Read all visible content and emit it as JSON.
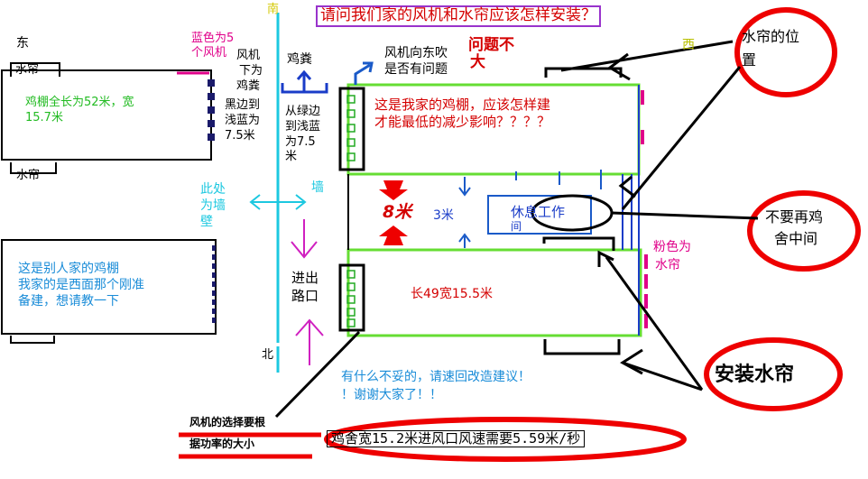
{
  "question_title": "请问我们家的风机和水帘应该怎样安装？",
  "compass": {
    "south": "南",
    "north": "北",
    "east": "东",
    "west": "西"
  },
  "left_panel": {
    "water_curtain_top": "水帘",
    "water_curtain_bottom": "水帘",
    "house_dimensions": [
      "鸡棚全长为52米，宽",
      "15.7米"
    ],
    "blue_note": [
      "蓝色为5",
      "个风机"
    ],
    "fan_below_note": [
      "风机",
      "下为",
      "鸡粪"
    ],
    "black_edge_note": [
      "黑边到",
      "浅蓝为",
      "7.5米"
    ],
    "neighbor_house_note": [
      "这是别人家的鸡棚",
      "我家的是西面那个刚准",
      "备建，想请教一下"
    ]
  },
  "middle": {
    "manure_label": "鸡粪",
    "green_edge_note": [
      "从绿边",
      "到浅蓝",
      "为7.5",
      "米"
    ],
    "wall_note": [
      "此处",
      "为墙",
      "壁"
    ],
    "wall_label": "墙",
    "entrance_label": [
      "进出",
      "路口"
    ]
  },
  "main_house": {
    "fan_east_question": [
      "风机向东吹",
      "是否有问题"
    ],
    "problem_bubble": [
      "问题不",
      "大"
    ],
    "house_question": [
      "这是我家的鸡棚，应该怎样建",
      "才能最低的减少影响？？？？"
    ],
    "gap_label": "8米",
    "gap_width": "3米",
    "work_room": "休息工作",
    "work_room_extra": "间",
    "dimensions": "长49宽15.5米",
    "pink_note": [
      "粉色为",
      "水帘"
    ]
  },
  "right_callouts": {
    "curtain_position": [
      "水帘的位",
      "置"
    ],
    "no_middle": [
      "不要再鸡",
      "舍中间"
    ],
    "install_curtain": "安装水帘"
  },
  "bottom": {
    "suggestion": [
      "有什么不妥的，请速回改造建议！",
      "！谢谢大家了！！"
    ],
    "fan_choice_note": [
      "风机的选择要根",
      "据功率的大小"
    ],
    "speed_note": "鸡舍宽15.2米进风口风速需要5.59米/秒"
  },
  "colors": {
    "house_green": "#66dd33",
    "fan_dark": "#1a1a6a",
    "curtain_pink": "#e0008a",
    "annot_red": "#ee0000",
    "axis_cyan": "#1cc8e0",
    "arrow_blue": "#1a5ac8"
  }
}
